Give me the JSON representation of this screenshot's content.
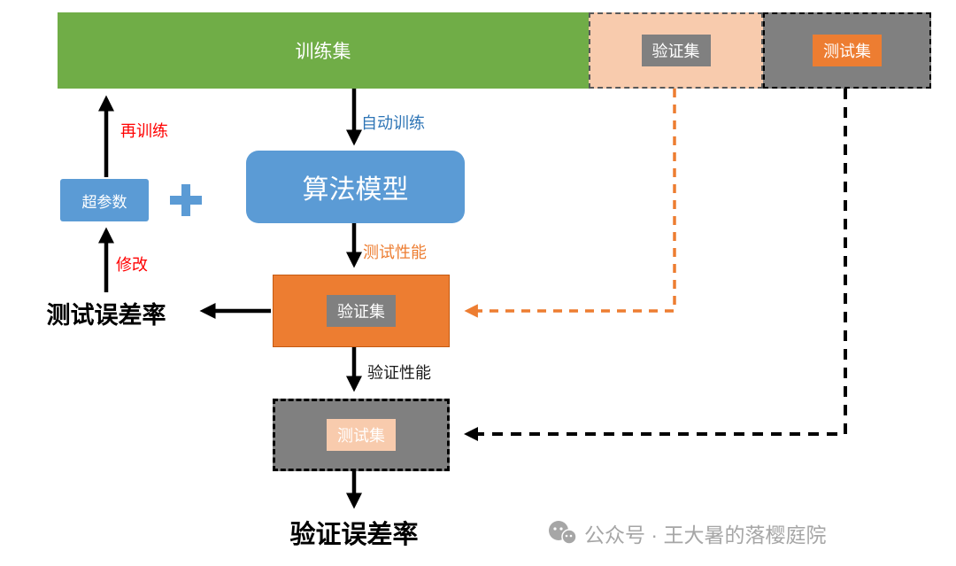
{
  "top_bar": {
    "train_label": "训练集",
    "val_label": "验证集",
    "test_label": "测试集"
  },
  "nodes": {
    "model_label": "算法模型",
    "hyperparam_label": "超参数",
    "val_box_label": "验证集",
    "test_box_label": "测试集",
    "test_error_label": "测试误差率",
    "val_error_label": "验证误差率"
  },
  "edge_labels": {
    "auto_train": "自动训练",
    "test_perf": "测试性能",
    "val_perf": "验证性能",
    "retrain": "再训练",
    "modify": "修改"
  },
  "watermark": {
    "text": "公众号 · 王大暑的落樱庭院"
  },
  "colors": {
    "train_green": "#70AD47",
    "val_peach": "#F8CBAD",
    "test_gray": "#808080",
    "model_blue": "#5B9BD5",
    "val_orange": "#ED7D31",
    "label_gray": "#808080",
    "red_text": "#FF0000",
    "blue_text": "#2E75B6",
    "orange_text": "#ED7D31",
    "watermark_gray": "#A6A6A6"
  }
}
